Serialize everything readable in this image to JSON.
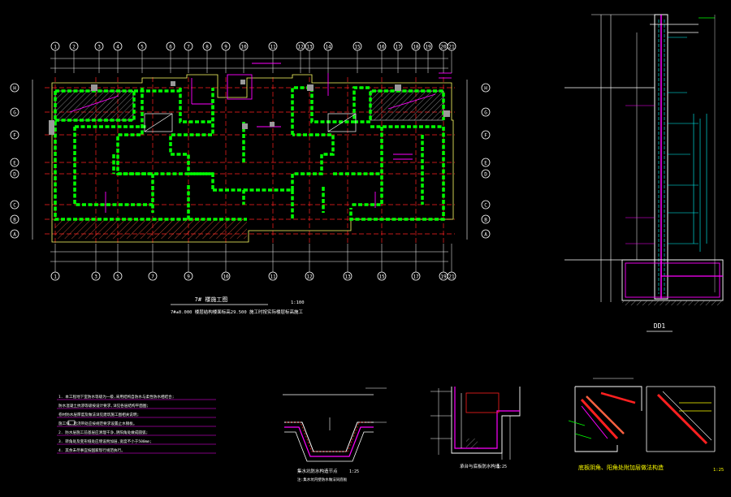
{
  "plan": {
    "grid_top": [
      "1",
      "2",
      "3",
      "4",
      "5",
      "6",
      "7",
      "8",
      "9",
      "10",
      "11",
      "12",
      "13",
      "14",
      "15",
      "16",
      "17",
      "18",
      "19",
      "20",
      "21"
    ],
    "grid_bottom": [
      "1",
      "3",
      "5",
      "7",
      "9",
      "10",
      "11",
      "12",
      "13",
      "15",
      "17",
      "19",
      "21"
    ],
    "grid_rows": [
      "H",
      "G",
      "F",
      "E",
      "D",
      "C",
      "B",
      "A"
    ],
    "title": "7# 楼施工图",
    "scale": "1:100",
    "subtitle": "7#±0.000 楼层结构楼面标高29.500 施工时按实际楼层标高施工"
  },
  "section": {
    "label": "DD1"
  },
  "notes": {
    "lines": [
      "1. 本工程地下室防水等级为一级,采用结构自防水与柔性防水相结合;",
      "   防水混凝土抗渗等级按设计要求,详见各层结构平面图;",
      "   卷材防水层厚度及做法详见建筑施工图相关说明;",
      "   施工缝、后浇带处应按规范要求设置止水钢板。",
      "2. 防水层施工前基层应清理干净,阴阳角处做成圆弧;",
      "3. 转角处及变形缝处应增设附加层,宽度不小于500mm;",
      "4. 其余未尽事宜按国家现行规范执行。"
    ]
  },
  "details": {
    "d1_title": "集水坑防水构造节点",
    "d1_scale": "1:25",
    "d1_sub": "注:集水坑内壁防水做法同底板",
    "d2_title": "承台与底板防水构造",
    "d2_scale": "1:25",
    "d3_title": "底板阴角、阳角处附加层做法构造",
    "d3_scale": "1:25"
  },
  "colors": {
    "wall": "#00ff00",
    "grid": "#ff2020",
    "annotation": "#ff00ff",
    "text": "#ffffff",
    "frame": "#ffffff",
    "highlight": "#ffff00",
    "accent": "#00ffff"
  }
}
